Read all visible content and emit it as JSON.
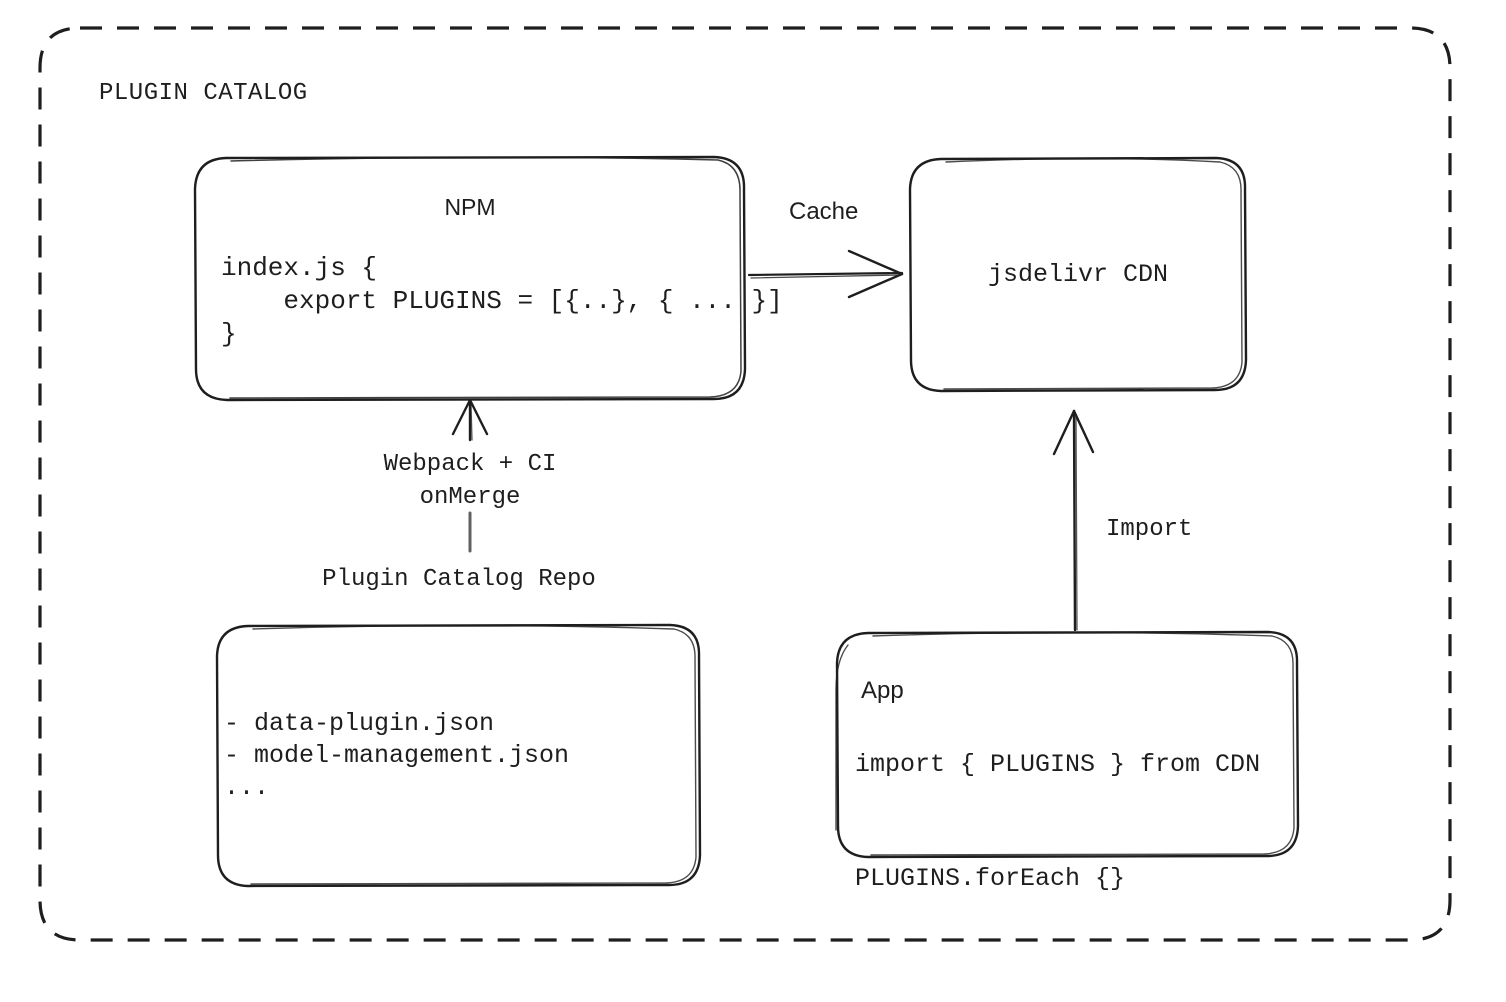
{
  "diagram": {
    "group": {
      "title": "PLUGIN CATALOG"
    },
    "nodes": {
      "npm": {
        "title": "NPM",
        "code": "index.js {\n    export PLUGINS = [{..}, { ... }]\n}"
      },
      "cdn": {
        "title": "jsdelivr CDN"
      },
      "repo": {
        "title": "Plugin Catalog Repo",
        "code": "- data-plugin.json\n- model-management.json\n..."
      },
      "app": {
        "title": "App",
        "code": "import { PLUGINS } from CDN\n\nPLUGINS.forEach {}"
      }
    },
    "edges": {
      "cache": {
        "label": "Cache"
      },
      "build": {
        "label": "Webpack + CI\nonMerge"
      },
      "import": {
        "label": "Import"
      }
    },
    "style": {
      "stroke": "#1e1e1e",
      "background": "#ffffff"
    }
  }
}
